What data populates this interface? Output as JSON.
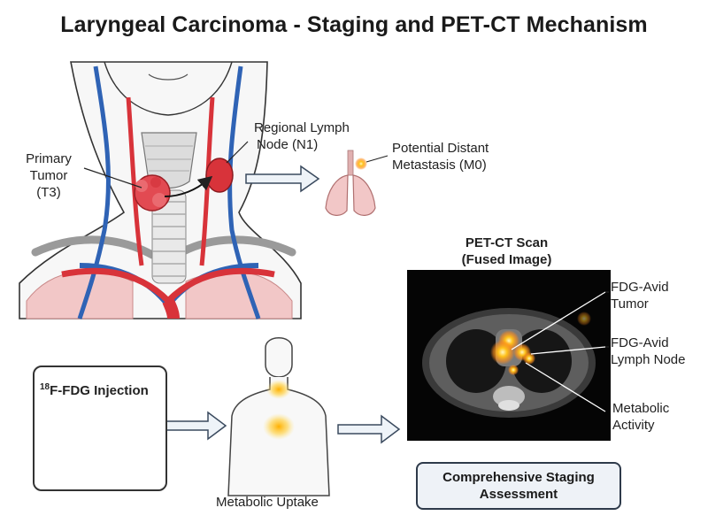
{
  "title": "Laryngeal Carcinoma - Staging and PET-CT Mechanism",
  "anatomy": {
    "primary_tumor": {
      "line1": "Primary",
      "line2": "Tumor",
      "line3": "(T3)"
    },
    "lymph_node": {
      "line1": "Regional Lymph",
      "line2": "Node (N1)"
    },
    "metastasis": {
      "line1": "Potential Distant",
      "line2": "Metastasis (M0)"
    }
  },
  "injection": {
    "sup": "18",
    "label": "F-FDG Injection"
  },
  "uptake": {
    "label": "Metabolic Uptake"
  },
  "pet_ct": {
    "title_line1": "PET-CT Scan",
    "title_line2": "(Fused Image)",
    "callouts": [
      {
        "line1": "FDG-Avid",
        "line2": "Tumor"
      },
      {
        "line1": "FDG-Avid",
        "line2": "Lymph Node"
      },
      {
        "line1": "Metabolic",
        "line2": "Activity"
      }
    ]
  },
  "staging": {
    "line1": "Comprehensive Staging",
    "line2": "Assessment"
  },
  "colors": {
    "artery": "#d8333a",
    "vein": "#2f63b5",
    "tumor": "#e24a52",
    "lung": "#f2c7c7",
    "uptake": "#ffc21a",
    "box_border": "#2e3a4a"
  }
}
